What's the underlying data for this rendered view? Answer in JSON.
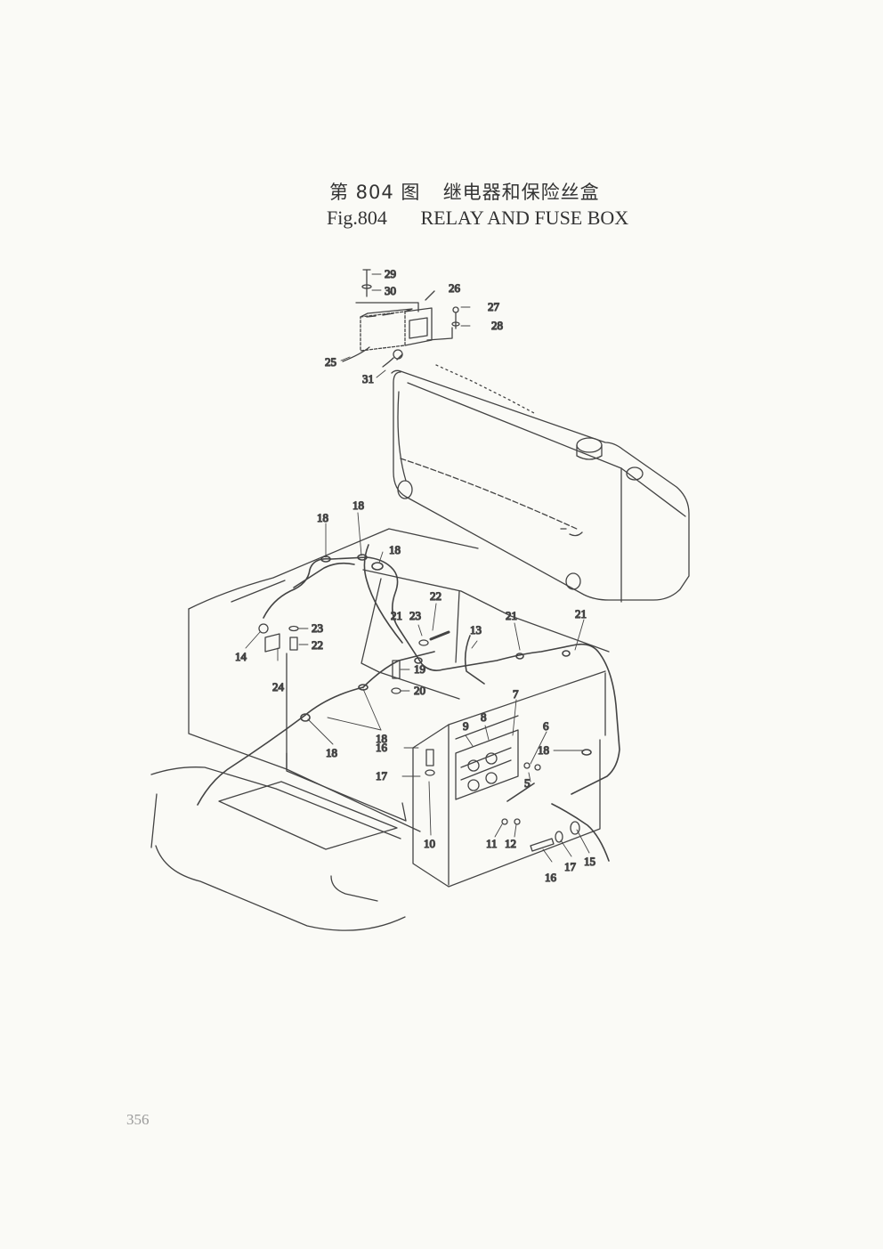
{
  "title": {
    "cn_figure": "第 804 图",
    "cn_caption": "继电器和保险丝盒",
    "en_figure": "Fig.804",
    "en_caption": "RELAY AND FUSE BOX"
  },
  "callouts": [
    "29",
    "30",
    "26",
    "27",
    "28",
    "25",
    "31",
    "18",
    "18",
    "18",
    "14",
    "23",
    "22",
    "24",
    "21",
    "23",
    "22",
    "21",
    "13",
    "21",
    "19",
    "20",
    "18",
    "18",
    "16",
    "17",
    "9",
    "8",
    "7",
    "6",
    "5",
    "18",
    "10",
    "11",
    "12",
    "16",
    "17",
    "15"
  ],
  "page_number": "356"
}
